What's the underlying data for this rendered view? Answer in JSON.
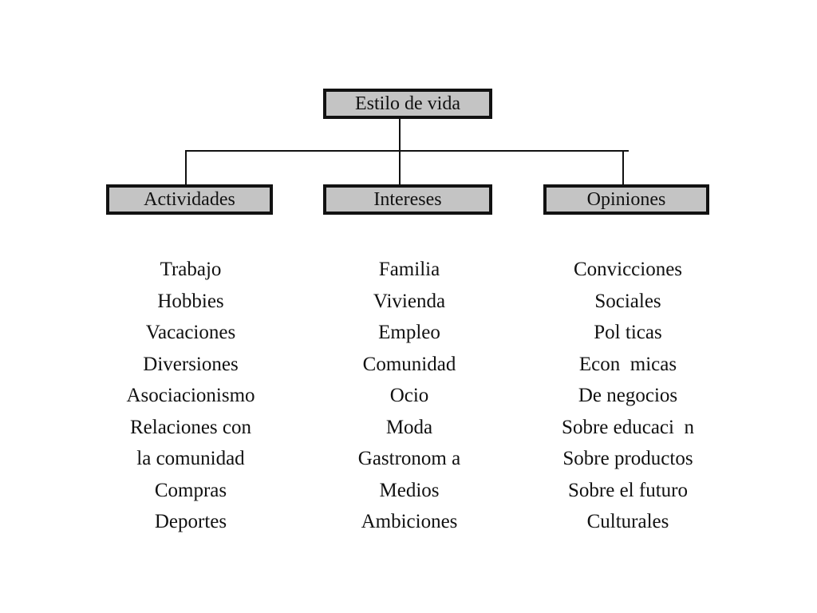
{
  "diagram": {
    "root": {
      "label": "Estilo de vida"
    },
    "branches": [
      {
        "label": "Actividades",
        "items": [
          "Trabajo",
          "Hobbies",
          "Vacaciones",
          "Diversiones",
          "Asociacionismo",
          "Relaciones con",
          "la comunidad",
          "Compras",
          "Deportes"
        ]
      },
      {
        "label": "Intereses",
        "items": [
          "Familia",
          "Vivienda",
          "Empleo",
          "Comunidad",
          "Ocio",
          "Moda",
          "Gastronom a",
          "Medios",
          "Ambiciones"
        ]
      },
      {
        "label": "Opiniones",
        "items": [
          "Convicciones",
          "Sociales",
          "Pol ticas",
          "Econ  micas",
          "De negocios",
          "Sobre educaci  n",
          "Sobre productos",
          "Sobre el futuro",
          "Culturales"
        ]
      }
    ]
  },
  "colors": {
    "node_fill": "#c4c4c4",
    "node_border": "#111111",
    "line": "#111111",
    "text": "#111111"
  }
}
